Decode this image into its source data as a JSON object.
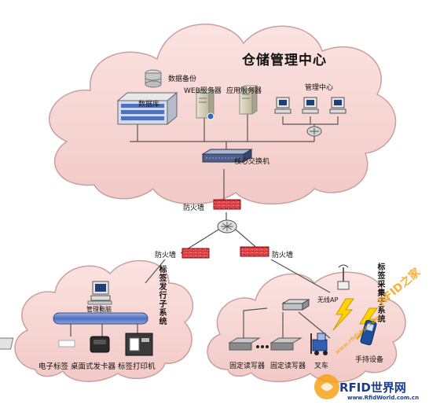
{
  "center": {
    "title": "仓储管理中心",
    "database_backup": "数据备份",
    "database": "数据库",
    "web_server": "WEB服务器",
    "app_server": "应用服务器",
    "management_center": "管理中心",
    "core_switch": "核心交换机"
  },
  "firewalls": {
    "top": "防火墙",
    "left": "防火墙",
    "right": "防火墙"
  },
  "left_subsystem": {
    "title": "标签发行子系统",
    "pc": "管理电脑",
    "devices": "电子标签 桌面式发卡器 标签打印机"
  },
  "right_subsystem": {
    "title": "标签采集子系统",
    "wireless_ap": "无线AP",
    "reader1": "固定读写器",
    "reader2": "固定读写器",
    "forklift": "叉车",
    "handheld": "手持设备"
  },
  "watermark": {
    "brand": "RFID世界网",
    "site": "www.RfidWorld.com.cn",
    "overlay": "RFID之家",
    "overlay_site": "www.rfidspsc.com"
  },
  "colors": {
    "cloud_fill": "#f7d7d5",
    "cloud_stroke": "#caa09c",
    "firewall": "#d8232a",
    "line": "#555555",
    "bus": "#6f88c9",
    "watermark": "#f5a31a"
  }
}
